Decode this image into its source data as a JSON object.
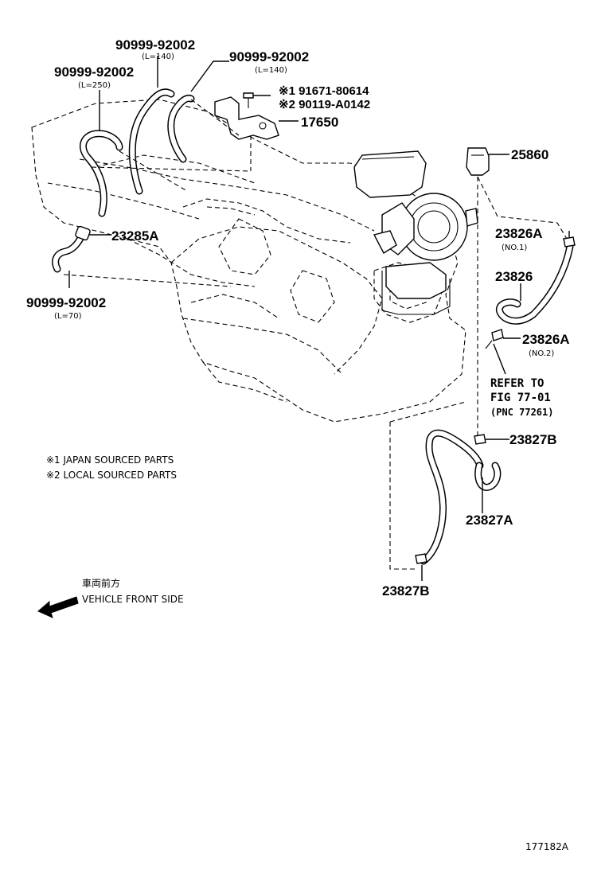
{
  "labels": {
    "p_90999_a": "90999-92002",
    "p_90999_a_len": "(L=140)",
    "p_90999_b": "90999-92002",
    "p_90999_b_len": "(L=140)",
    "p_90999_c": "90999-92002",
    "p_90999_c_len": "(L=250)",
    "p_90999_d": "90999-92002",
    "p_90999_d_len": "(L=70)",
    "p_91671": "※1 91671-80614",
    "p_90119": "※2 90119-A0142",
    "p_17650": "17650",
    "p_25860": "25860",
    "p_23285a": "23285A",
    "p_23826a_1": "23826A",
    "p_23826a_1_sub": "(NO.1)",
    "p_23826": "23826",
    "p_23826a_2": "23826A",
    "p_23826a_2_sub": "(NO.2)",
    "refer_line1": "REFER TO",
    "refer_line2": "FIG 77-01",
    "refer_line3": "(PNC 77261)",
    "p_23827b_upper": "23827B",
    "p_23827a": "23827A",
    "p_23827b_lower": "23827B"
  },
  "notes": {
    "note1": "※1 JAPAN SOURCED PARTS",
    "note2": "※2 LOCAL SOURCED PARTS"
  },
  "direction": {
    "jp": "車両前方",
    "en": "VEHICLE FRONT SIDE",
    "icon": "arrow-left-icon"
  },
  "figure_id": "177182A"
}
